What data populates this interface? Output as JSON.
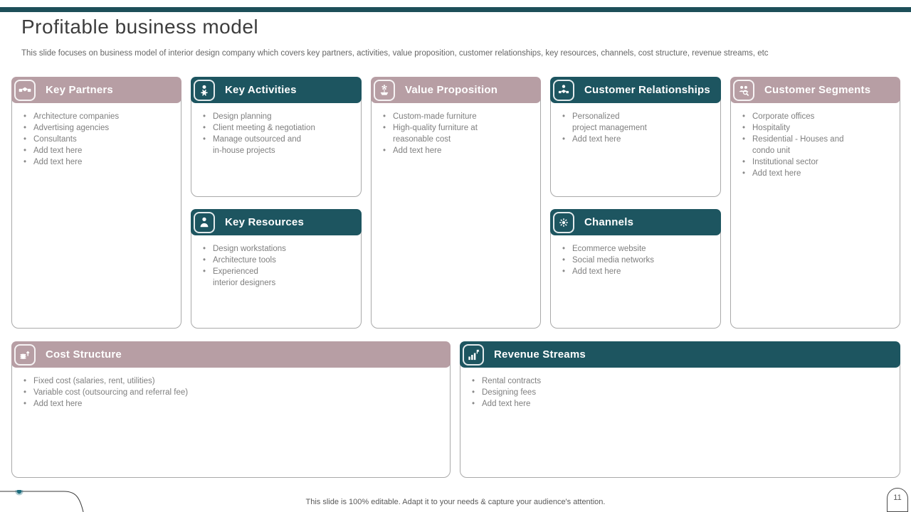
{
  "slide": {
    "title": "Profitable business model",
    "subtitle": "This slide focuses on business model of interior design company which covers key partners, activities, value proposition, customer relationships, key resources, channels, cost structure, revenue streams, etc",
    "footer": "This slide is 100% editable. Adapt it to your needs & capture your audience's attention.",
    "page_number": "11"
  },
  "colors": {
    "teal": "#1d5560",
    "mauve": "#b79ea4",
    "top_bar": "#1d4f59",
    "body_text": "#7f7f7f"
  },
  "boxes": [
    {
      "id": "key-partners",
      "title": "Key Partners",
      "variant": "mauve",
      "icon": "handshake-icon",
      "items": [
        "Architecture companies",
        "Advertising agencies",
        "Consultants",
        "Add text here",
        "Add text here"
      ]
    },
    {
      "id": "key-activities",
      "title": "Key Activities",
      "variant": "teal",
      "icon": "person-gear-icon",
      "items": [
        "Design planning",
        "Client meeting & negotiation",
        "Manage outsourced and\nin-house projects"
      ]
    },
    {
      "id": "value-proposition",
      "title": "Value Proposition",
      "variant": "mauve",
      "icon": "hand-flower-icon",
      "items": [
        "Custom-made furniture",
        "High-quality furniture at\nreasonable cost",
        "Add text here"
      ]
    },
    {
      "id": "customer-relationships",
      "title": "Customer Relationships",
      "variant": "teal",
      "icon": "person-handshake-icon",
      "items": [
        "Personalized\nproject management",
        "Add text here"
      ]
    },
    {
      "id": "customer-segments",
      "title": "Customer Segments",
      "variant": "mauve",
      "icon": "people-magnifier-icon",
      "items": [
        "Corporate offices",
        "Hospitality",
        "Residential - Houses and\ncondo unit",
        "Institutional sector",
        "Add text here"
      ]
    },
    {
      "id": "key-resources",
      "title": "Key Resources",
      "variant": "teal",
      "icon": "person-icon",
      "items": [
        "Design workstations",
        "Architecture tools",
        "Experienced\ninterior designers"
      ]
    },
    {
      "id": "channels",
      "title": "Channels",
      "variant": "teal",
      "icon": "network-rays-icon",
      "items": [
        "Ecommerce website",
        "Social media networks",
        "Add text here"
      ]
    },
    {
      "id": "cost-structure",
      "title": "Cost Structure",
      "variant": "mauve",
      "icon": "coins-arrow-icon",
      "items": [
        "Fixed cost (salaries, rent, utilities)",
        "Variable cost (outsourcing and referral fee)",
        "Add text here"
      ]
    },
    {
      "id": "revenue-streams",
      "title": "Revenue Streams",
      "variant": "teal",
      "icon": "chart-growth-icon",
      "items": [
        "Rental contracts",
        "Designing fees",
        "Add text here"
      ]
    }
  ]
}
